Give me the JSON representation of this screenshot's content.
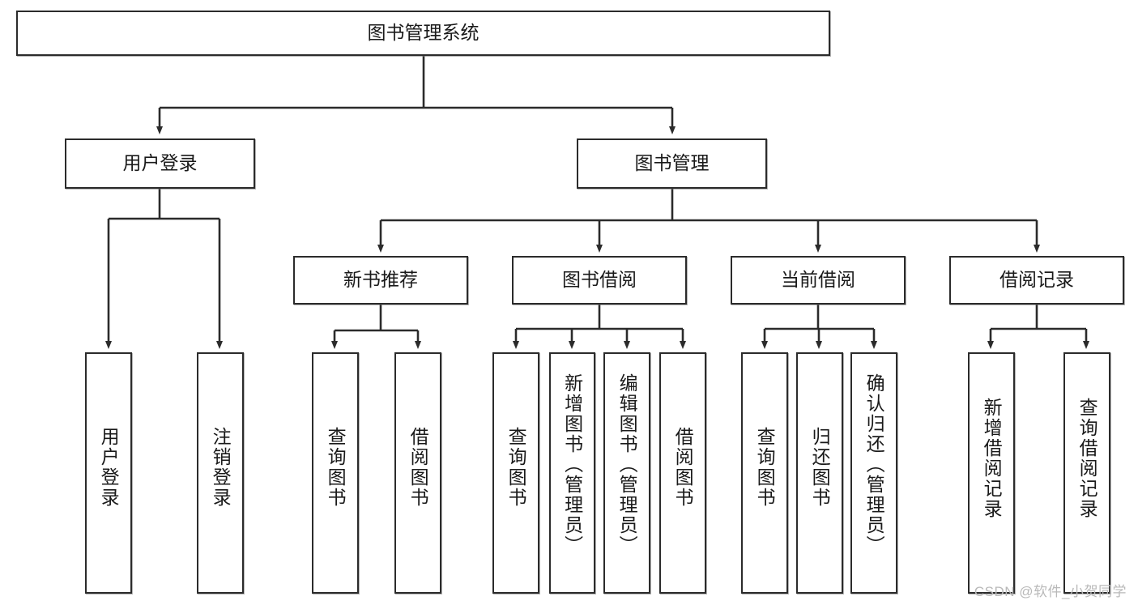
{
  "diagram": {
    "title": "图书管理系统",
    "type": "tree-hierarchy-chart",
    "root": {
      "label": "图书管理系统"
    },
    "level1": [
      {
        "label": "用户登录"
      },
      {
        "label": "图书管理"
      }
    ],
    "level2": [
      {
        "label": "新书推荐"
      },
      {
        "label": "图书借阅"
      },
      {
        "label": "当前借阅"
      },
      {
        "label": "借阅记录"
      }
    ],
    "leaves": {
      "user_login": [
        {
          "label": "用户登录"
        },
        {
          "label": "注销登录"
        }
      ],
      "new_book_recommend": [
        {
          "label": "查询图书"
        },
        {
          "label": "借阅图书"
        }
      ],
      "book_borrow": [
        {
          "label": "查询图书"
        },
        {
          "label": "新增图书（管理员）"
        },
        {
          "label": "编辑图书（管理员）"
        },
        {
          "label": "借阅图书"
        }
      ],
      "current_borrow": [
        {
          "label": "查询图书"
        },
        {
          "label": "归还图书"
        },
        {
          "label": "确认归还（管理员）"
        }
      ],
      "borrow_record": [
        {
          "label": "新增借阅记录"
        },
        {
          "label": "查询借阅记录"
        }
      ]
    }
  },
  "watermark": {
    "text": "CSDN @软件_小贺同学"
  },
  "colors": {
    "border": "#2b2b2b",
    "background": "#ffffff",
    "text": "#1a1a1a",
    "watermark": "#b9b9b9"
  }
}
